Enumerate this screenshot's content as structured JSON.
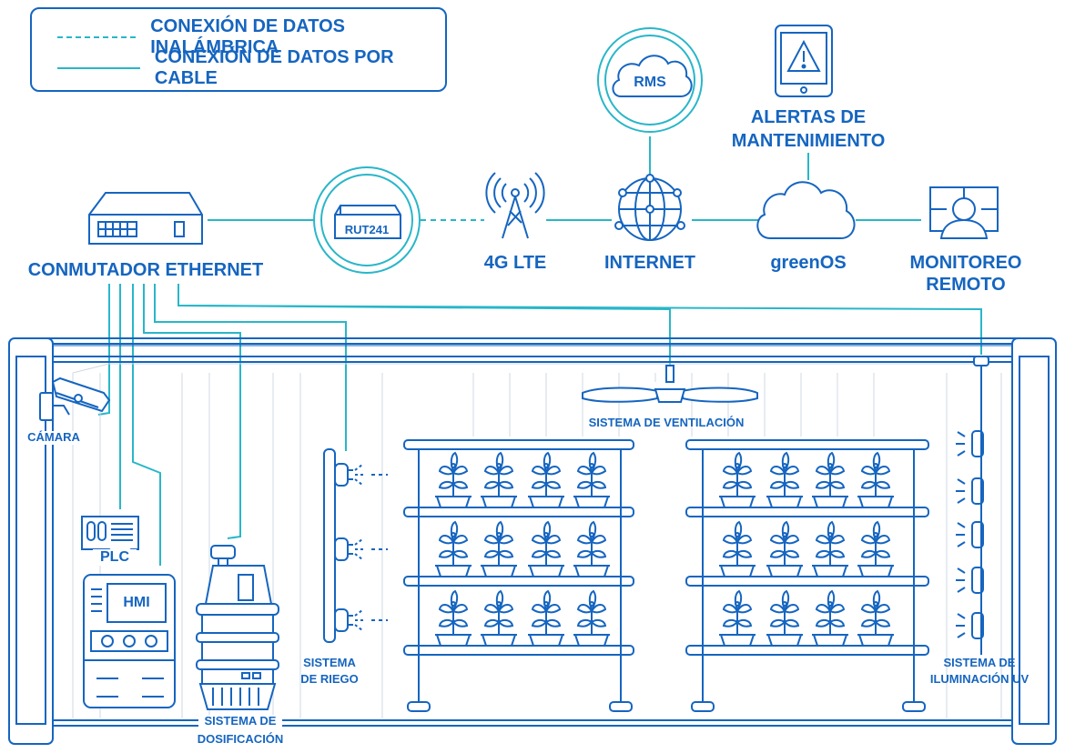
{
  "legend": {
    "wireless_label": "CONEXIÓN DE DATOS INALÁMBRICA",
    "wired_label": "CONEXIÓN DE DATOS POR CABLE"
  },
  "nodes": {
    "rms": "RMS",
    "router": "RUT241",
    "lte": "4G LTE",
    "internet": "INTERNET",
    "greenos": "greenOS",
    "alerts_line1": "ALERTAS DE",
    "alerts_line2": "MANTENIMIENTO",
    "remote_line1": "MONITOREO",
    "remote_line2": "REMOTO",
    "switch": "CONMUTADOR ETHERNET"
  },
  "container": {
    "camera": "CÁMARA",
    "plc": "PLC",
    "hmi": "HMI",
    "dosing_line1": "SISTEMA DE",
    "dosing_line2": "DOSIFICACIÓN",
    "irrigation_line1": "SISTEMA",
    "irrigation_line2": "DE RIEGO",
    "ventilation": "SISTEMA DE VENTILACIÓN",
    "uv_line1": "SISTEMA DE",
    "uv_line2": "ILUMINACIÓN UV"
  },
  "colors": {
    "primary": "#1565c0",
    "connection": "#29b6c9",
    "background": "#ffffff"
  },
  "icons": [
    "warning-tablet-icon",
    "cloud-icon",
    "globe-icon",
    "cell-tower-icon",
    "router-icon",
    "ethernet-switch-icon",
    "user-monitor-icon",
    "camera-icon",
    "fan-icon",
    "plant-icon",
    "uv-lamp-icon",
    "sprinkler-icon"
  ]
}
